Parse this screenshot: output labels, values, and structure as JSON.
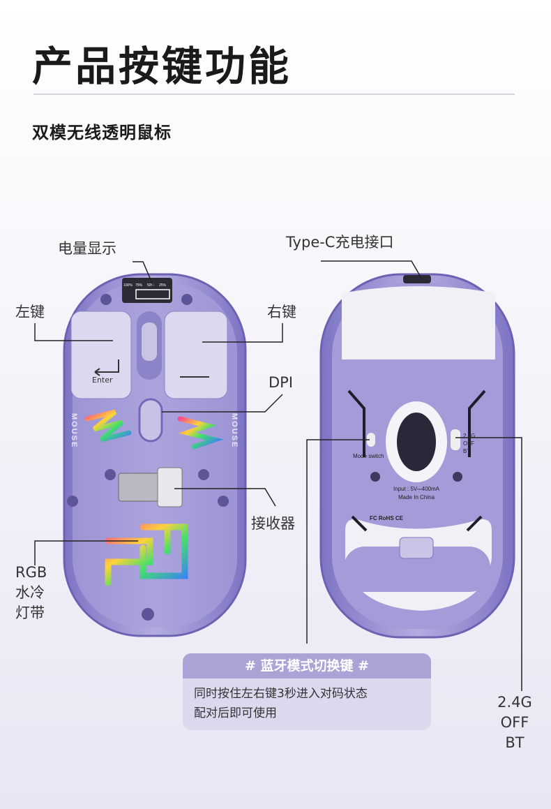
{
  "title": "产品按键功能",
  "subtitle": "双模无线透明鼠标",
  "labels": {
    "battery": "电量显示",
    "typec": "Type-C充电接口",
    "left_key": "左键",
    "right_key": "右键",
    "dpi": "DPI",
    "receiver": "接收器",
    "rgb": [
      "RGB",
      "水冷",
      "灯带"
    ],
    "switch": [
      "2.4G",
      "OFF",
      "BT"
    ]
  },
  "battery_levels": [
    "100%",
    "75%",
    "50%",
    "25%"
  ],
  "mouse_print": {
    "enter": "Enter",
    "brand": "MOUSE",
    "mode_switch": "Mode switch",
    "switch_labels": [
      "2.4G",
      "OFF",
      "BT"
    ],
    "input": "Input : 5V⎓400mA",
    "origin": "Made In China",
    "certs": "FC RoHS CE"
  },
  "info": {
    "header": "# 蓝牙模式切换键 #",
    "lines": [
      "同时按住左右键3秒进入对码状态",
      "配对后即可使用"
    ]
  },
  "colors": {
    "body": "#a29ad6",
    "accent": "#a9a3d6"
  }
}
